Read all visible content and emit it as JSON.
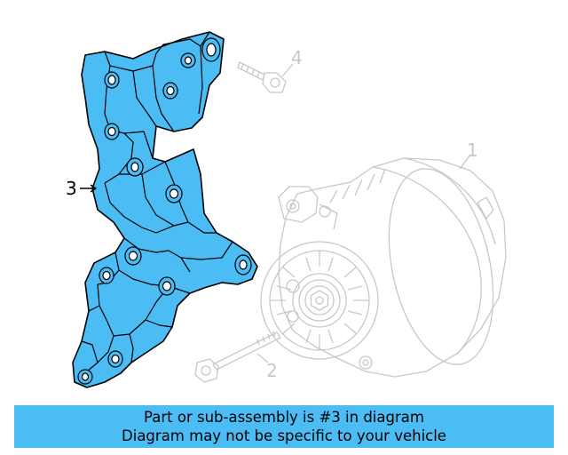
{
  "colors": {
    "highlight": "#4cbcf4",
    "banner": "#4cbcf4",
    "faded": "#c8c8c8",
    "outline": "#000000"
  },
  "callouts": {
    "alternator": "1",
    "bolt_long": "2",
    "bracket": "3",
    "bolt_short": "4"
  },
  "banner": {
    "line1": "Part or sub-assembly is #3 in diagram",
    "line2": "Diagram may not be specific to your vehicle"
  }
}
